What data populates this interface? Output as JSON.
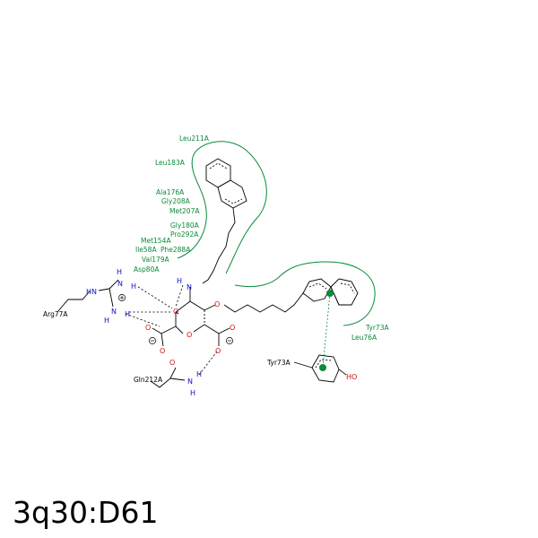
{
  "title": "3q30:D61",
  "residues": {
    "leu211": "Leu211A",
    "leu183": "Leu183A",
    "ala176": "Ala176A",
    "gly208": "Gly208A",
    "met207": "Met207A",
    "gly180": "Gly180A",
    "pro292": "Pro292A",
    "met154": "Met154A",
    "ile58": "Ile58A",
    "phe288": "Phe288A",
    "val179": "Val179A",
    "asp80": "Asp80A",
    "tyr73_pocket": "Tyr73A",
    "leu76": "Leu76A",
    "tyr73_side": "Tyr73A",
    "arg77": "Arg77A",
    "gln212": "Gln212A"
  },
  "atoms": {
    "N": "N",
    "H": "H",
    "O": "O",
    "HN": "HN",
    "HO": "HO"
  },
  "colors": {
    "residue": "#0a8a3a",
    "nitrogen": "#1010c8",
    "oxygen": "#d01010",
    "bond": "#000000"
  }
}
